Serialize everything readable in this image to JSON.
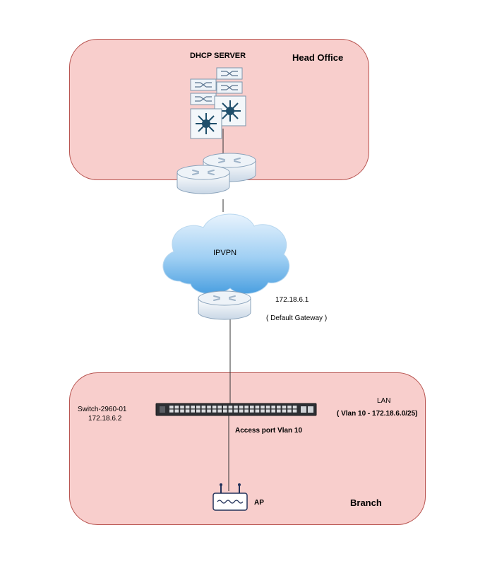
{
  "head_office": {
    "title": "Head Office",
    "server_label": "DHCP SERVER"
  },
  "cloud": {
    "label": "IPVPN"
  },
  "gateway": {
    "ip": "172.18.6.1",
    "role": "( Default Gateway )"
  },
  "branch": {
    "title": "Branch",
    "lan_title": "LAN",
    "lan_detail": "( Vlan 10 - 172.18.6.0/25)",
    "switch_name": "Switch-2960-01",
    "switch_ip": "172.18.6.2",
    "access_port_label": "Access port  Vlan 10",
    "ap_label": "AP"
  },
  "colors": {
    "zone_fill": "#f8cecc",
    "zone_border": "#b85450",
    "cloud_light": "#e8f3fd",
    "cloud_dark": "#5aa9e6",
    "router_fill": "#e3ecf5",
    "switch_body": "#2d2f33"
  }
}
